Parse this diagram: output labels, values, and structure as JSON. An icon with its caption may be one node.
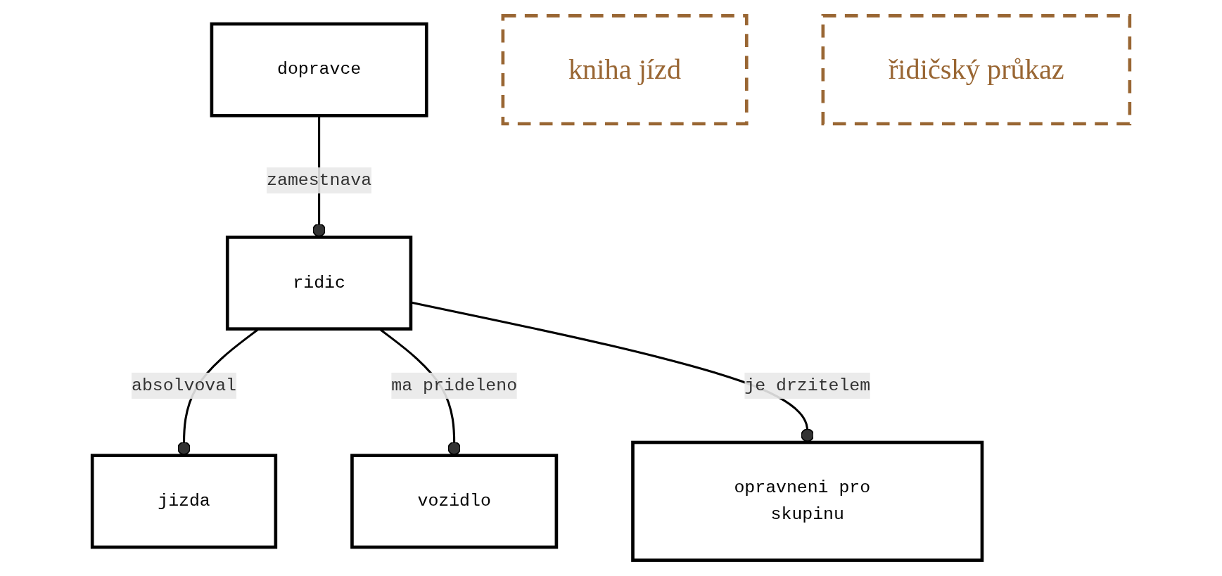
{
  "diagram": {
    "nodes": [
      {
        "text": [
          "dopravce"
        ]
      },
      {
        "text": [
          "kniha jízd"
        ]
      },
      {
        "text": [
          "ridic"
        ]
      },
      {
        "text": [
          "jizda"
        ]
      },
      {
        "text": [
          "vozidlo"
        ]
      },
      {
        "text": [
          "opravneni pro skupinu"
        ]
      },
      {
        "text": [
          "řidičský průkaz"
        ]
      }
    ],
    "edges": [
      {
        "from": 0,
        "to": 2,
        "arrow": "other",
        "label": "zamestnava"
      },
      {
        "from": 2,
        "to": 3,
        "arrow": "other",
        "label": "absolvoval"
      },
      {
        "from": 2,
        "to": 4,
        "arrow": "other",
        "label": "ma prideleno"
      },
      {
        "from": 2,
        "to": 5,
        "arrow": "other",
        "label": "je drzitelem"
      }
    ]
  }
}
